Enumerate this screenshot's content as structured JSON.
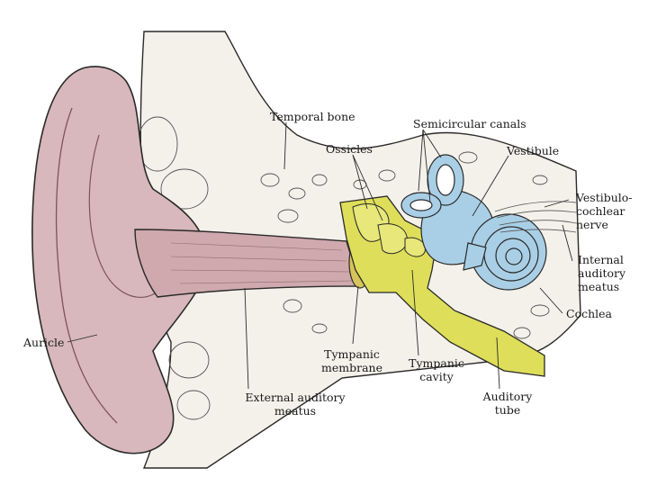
{
  "labels": {
    "temporal_bone": "Temporal bone",
    "semicircular_canals": "Semicircular canals",
    "ossicles": "Ossicles",
    "vestibule": "Vestibule",
    "vestibulocochlear_nerve": "Vestibulo-\ncochlear\nnerve",
    "internal_auditory_meatus": "Internal\nauditory\nmeatus",
    "cochlea": "Cochlea",
    "auricle": "Auricle",
    "tympanic_membrane": "Tympanic\nmembrane",
    "tympanic_cavity": "Tympanic\ncavity",
    "auditory_tube": "Auditory\ntube",
    "external_auditory_meatus": "External auditory\nmeatus"
  },
  "colors": {
    "auricle": "#d8b8bc",
    "canal": "#cfa9ae",
    "middle_ear": "#dede5a",
    "inner_ear": "#a9cfe6",
    "bone": "#f4f1ea",
    "ink": "#2a2a2a"
  }
}
